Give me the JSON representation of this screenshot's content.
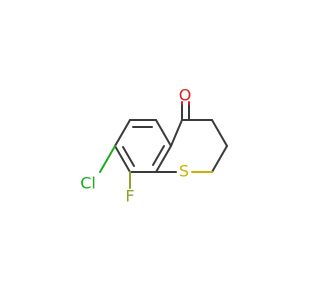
{
  "molecule": {
    "atoms": {
      "oxygen": {
        "symbol": "O",
        "color": "#e02020"
      },
      "sulfur": {
        "symbol": "S",
        "color": "#c8b400"
      },
      "fluorine": {
        "symbol": "F",
        "color": "#8fa32a"
      },
      "chlorine": {
        "symbol": "Cl",
        "color": "#1faa1f"
      }
    }
  }
}
